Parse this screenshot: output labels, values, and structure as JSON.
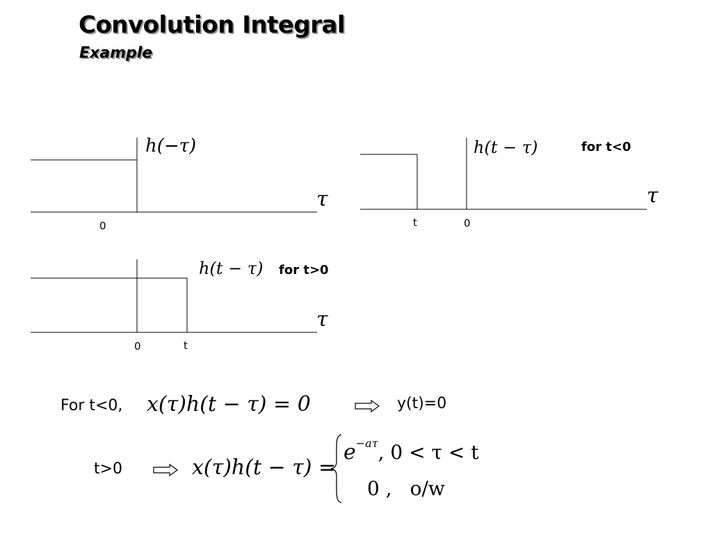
{
  "slide": {
    "title": "Convolution Integral",
    "subtitle": "Example"
  },
  "plot1": {
    "func_label": "h(−τ)",
    "axis_label": "τ",
    "tick_zero": "0"
  },
  "plot2": {
    "func_label": "h(t − τ)",
    "axis_label": "τ",
    "tick_t": "t",
    "tick_zero": "0",
    "condition": "for t<0"
  },
  "plot3": {
    "func_label": "h(t − τ)",
    "axis_label": "τ",
    "tick_zero": "0",
    "tick_t": "t",
    "condition": "for t>0"
  },
  "case1": {
    "prefix": "For t<0,",
    "equation": "x(τ)h(t − τ) = 0",
    "result": "y(t)=0"
  },
  "case2": {
    "prefix": "t>0",
    "equation": "x(τ)h(t − τ) =",
    "branch1_expr": "e",
    "branch1_exp": "−aτ",
    "branch1_cond": ",    0 < τ < t",
    "branch2_expr": "0 ,",
    "branch2_cond": "o/w"
  }
}
